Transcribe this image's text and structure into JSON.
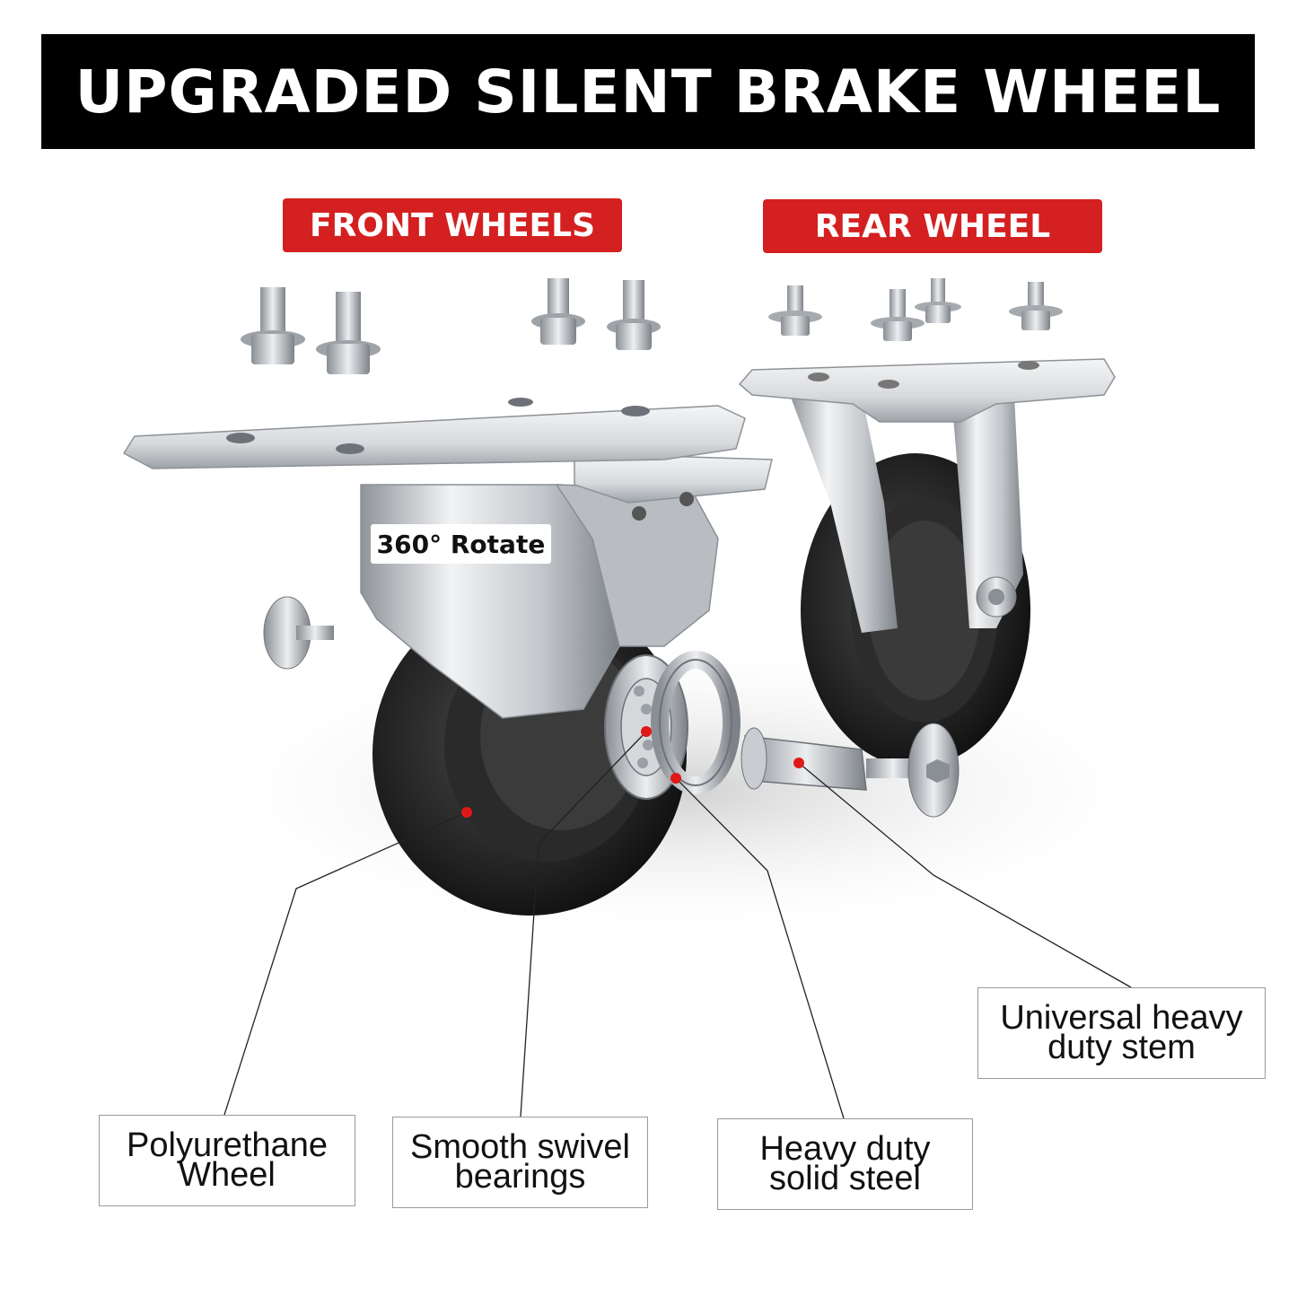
{
  "title": "UPGRADED SILENT BRAKE WHEEL",
  "labels": {
    "front": "FRONT WHEELS",
    "rear": "REAR WHEEL",
    "rotate": "360° Rotate"
  },
  "callouts": {
    "polyurethane": {
      "line1": "Polyurethane",
      "line2": "Wheel"
    },
    "bearings": {
      "line1": "Smooth swivel",
      "line2": "bearings"
    },
    "steel": {
      "line1": "Heavy duty",
      "line2": "solid steel"
    },
    "stem": {
      "line1": "Universal heavy",
      "line2": "duty stem"
    }
  },
  "colors": {
    "banner": "#000000",
    "tag": "#d42020",
    "marker": "#e01818",
    "tire": "#1c1c1c",
    "steel": "#c9ccd0"
  }
}
